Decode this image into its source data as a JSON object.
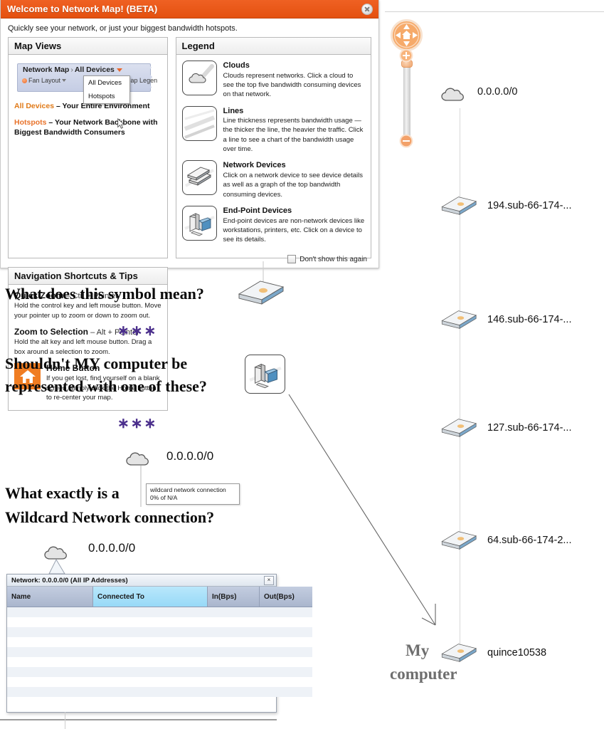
{
  "dialog": {
    "title": "Welcome to Network Map! (BETA)",
    "close_icon": "close-icon",
    "subtitle": "Quickly see your network, or just your biggest bandwidth hotspots.",
    "dont_show_label": "Don't show this again"
  },
  "map_views": {
    "heading": "Map Views",
    "breadcrumb_root": "Network Map",
    "breadcrumb_sep": "›",
    "breadcrumb_current": "All Devices",
    "toolbar": {
      "fan_layout": "Fan Layout",
      "middle_partial": "a",
      "map_legend": "Map Legen"
    },
    "dropdown_options": [
      "All Devices",
      "Hotspots"
    ],
    "descriptions": [
      {
        "key": "All Devices",
        "text": " – Your Entire Environment"
      },
      {
        "key": "Hotspots",
        "text": " – Your Network Backbone with Biggest Bandwidth Consumers"
      }
    ]
  },
  "nav_tips": {
    "heading": "Navigation Shortcuts & Tips",
    "tips": [
      {
        "title": "Quick Zoom",
        "shortcut": " – Ctrl + Pointer",
        "body": "Hold the control key and left mouse button. Move your pointer up to zoom or down to zoom out."
      },
      {
        "title": "Zoom to Selection",
        "shortcut": " – Alt + Pointer",
        "body": "Hold the alt key and left mouse button. Drag a box around a selection to zoom."
      }
    ],
    "home": {
      "title": "Home Button",
      "body": "If you get lost, find yourself on a blank screen, simply click the Home button to re-center your map.",
      "icon": "home-icon"
    }
  },
  "legend": {
    "heading": "Legend",
    "items": [
      {
        "icon": "cloud-icon",
        "title": "Clouds",
        "desc": "Clouds represent networks. Click a cloud to see the top five bandwidth consuming devices on that network."
      },
      {
        "icon": "lines-icon",
        "title": "Lines",
        "desc": "Line thickness represents bandwidth usage — the thicker the line, the heavier the traffic. Click a line to see a chart of the bandwidth usage over time."
      },
      {
        "icon": "network-device-icon",
        "title": "Network Devices",
        "desc": "Click on a network device to see device details as well as a graph of the top bandwidth consuming devices."
      },
      {
        "icon": "endpoint-device-icon",
        "title": "End-Point Devices",
        "desc": "End-point devices are non-network devices like workstations, printers, etc. Click on a device to see its details."
      }
    ]
  },
  "annotations": {
    "q1": "What does this symbol mean?",
    "sep1": "∗∗∗",
    "q2_line1": "Shouldn't MY computer be",
    "q2_line2": "represented with one of these?",
    "sep2": "∗∗∗",
    "q3_line1": "What exactly is a",
    "q3_line2": "Wildcard Network connection?",
    "my_computer_line1": "My",
    "my_computer_line2": "computer"
  },
  "inline_map": {
    "cloud_label_a": "0.0.0.0/0",
    "cloud_label_b": "0.0.0.0/0",
    "tooltip_line1": "wildcard network connection",
    "tooltip_line2": "0% of N/A"
  },
  "net_window": {
    "title": "Network: 0.0.0.0/0  (All IP Addresses)",
    "close_label": "×",
    "columns": [
      "Name",
      "Connected To",
      "In(Bps)",
      "Out(Bps)"
    ],
    "highlight_column": "Connected To",
    "rows": [],
    "empty_row_count": 9
  },
  "map": {
    "pan_icon": "pan-home-icon",
    "zoom_in_icon": "zoom-in-icon",
    "zoom_out_icon": "zoom-out-icon",
    "nodes": [
      {
        "type": "cloud",
        "label": "0.0.0.0/0"
      },
      {
        "type": "device",
        "label": "194.sub-66-174-..."
      },
      {
        "type": "device",
        "label": "146.sub-66-174-..."
      },
      {
        "type": "device",
        "label": "127.sub-66-174-..."
      },
      {
        "type": "device",
        "label": "64.sub-66-174-2..."
      },
      {
        "type": "device",
        "label": "quince10538"
      }
    ]
  },
  "colors": {
    "brand_orange": "#e8511d",
    "accent_orange": "#e07a18",
    "header_blue": "#aab6cd",
    "highlight_blue": "#97d9f7",
    "annotation_purple": "#4b2f8c",
    "gray_text": "#6e6e6e"
  }
}
